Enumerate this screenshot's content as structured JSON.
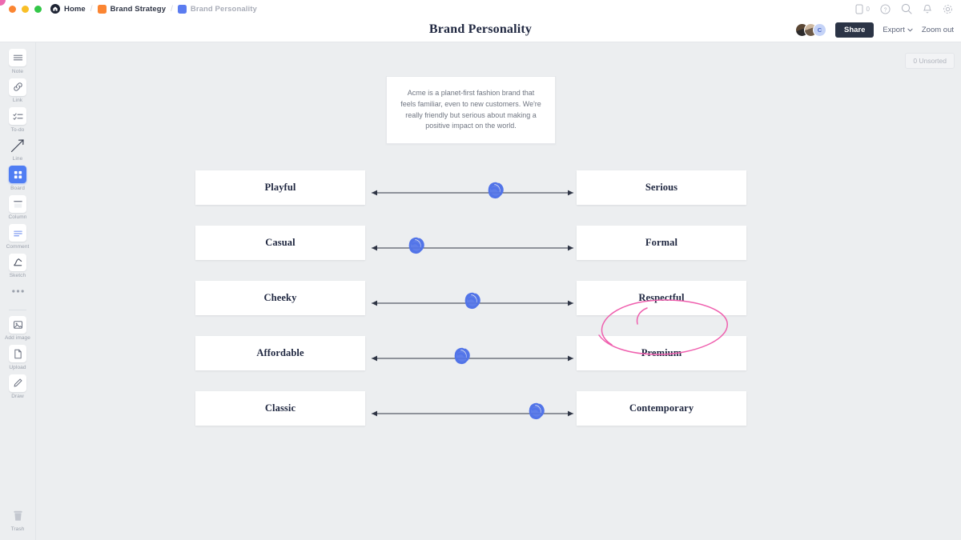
{
  "window": {
    "traffic_lights": [
      "close",
      "minimize",
      "maximize"
    ],
    "breadcrumbs": [
      {
        "label": "Home",
        "icon": "home-icon",
        "color": "#1d2333",
        "muted": false
      },
      {
        "label": "Brand Strategy",
        "icon": "folder-swatch",
        "color": "#fb8532",
        "muted": false
      },
      {
        "label": "Brand Personality",
        "icon": "folder-swatch",
        "color": "#5b7cf0",
        "muted": true
      }
    ],
    "separator": "/",
    "top_icons": [
      {
        "name": "mobile-icon",
        "count": "0"
      },
      {
        "name": "help-icon",
        "count": ""
      },
      {
        "name": "search-icon",
        "count": ""
      },
      {
        "name": "notifications-icon",
        "count": ""
      },
      {
        "name": "settings-icon",
        "count": ""
      }
    ]
  },
  "header": {
    "title": "Brand Personality",
    "avatars": [
      {
        "name": "avatar-user-1",
        "initial": ""
      },
      {
        "name": "avatar-user-2",
        "initial": ""
      },
      {
        "name": "avatar-user-3",
        "initial": "C"
      }
    ],
    "share_label": "Share",
    "export_label": "Export",
    "export_caret": "⌄",
    "zoom_label": "Zoom out"
  },
  "sidebar": {
    "items": [
      {
        "label": "Note",
        "icon": "note-icon",
        "active": false
      },
      {
        "label": "Link",
        "icon": "link-icon",
        "active": false
      },
      {
        "label": "To-do",
        "icon": "todo-icon",
        "active": false
      },
      {
        "label": "Line",
        "icon": "line-arrow-icon",
        "active": false
      },
      {
        "label": "Board",
        "icon": "board-grid-icon",
        "active": true
      },
      {
        "label": "Column",
        "icon": "column-icon",
        "active": false
      },
      {
        "label": "Comment",
        "icon": "comment-icon",
        "active": false
      },
      {
        "label": "Sketch",
        "icon": "sketch-icon",
        "active": false
      },
      {
        "label": "",
        "icon": "more-dots-icon",
        "active": false
      },
      {
        "label": "Add image",
        "icon": "image-icon",
        "active": false
      },
      {
        "label": "Upload",
        "icon": "upload-file-icon",
        "active": false
      },
      {
        "label": "Draw",
        "icon": "pencil-icon",
        "active": false
      }
    ],
    "trash": {
      "label": "Trash",
      "icon": "trash-icon"
    }
  },
  "canvas": {
    "unsorted_badge": "0 Unsorted",
    "note": {
      "text": "Acme is a planet-first fashion brand that feels familiar, even to new customers. We're really friendly but serious about making a positive impact on the world."
    },
    "marker_color": "#5274e8",
    "annotation_color": "#ef5fae",
    "sliders": [
      {
        "left": "Playful",
        "right": "Serious",
        "marker_pct": 60
      },
      {
        "left": "Casual",
        "right": "Formal",
        "marker_pct": 22
      },
      {
        "left": "Cheeky",
        "right": "Respectful",
        "marker_pct": 48
      },
      {
        "left": "Affordable",
        "right": "Premium",
        "marker_pct": 43
      },
      {
        "left": "Classic",
        "right": "Contemporary",
        "marker_pct": 78
      }
    ],
    "highlighted_term": "Contemporary"
  }
}
